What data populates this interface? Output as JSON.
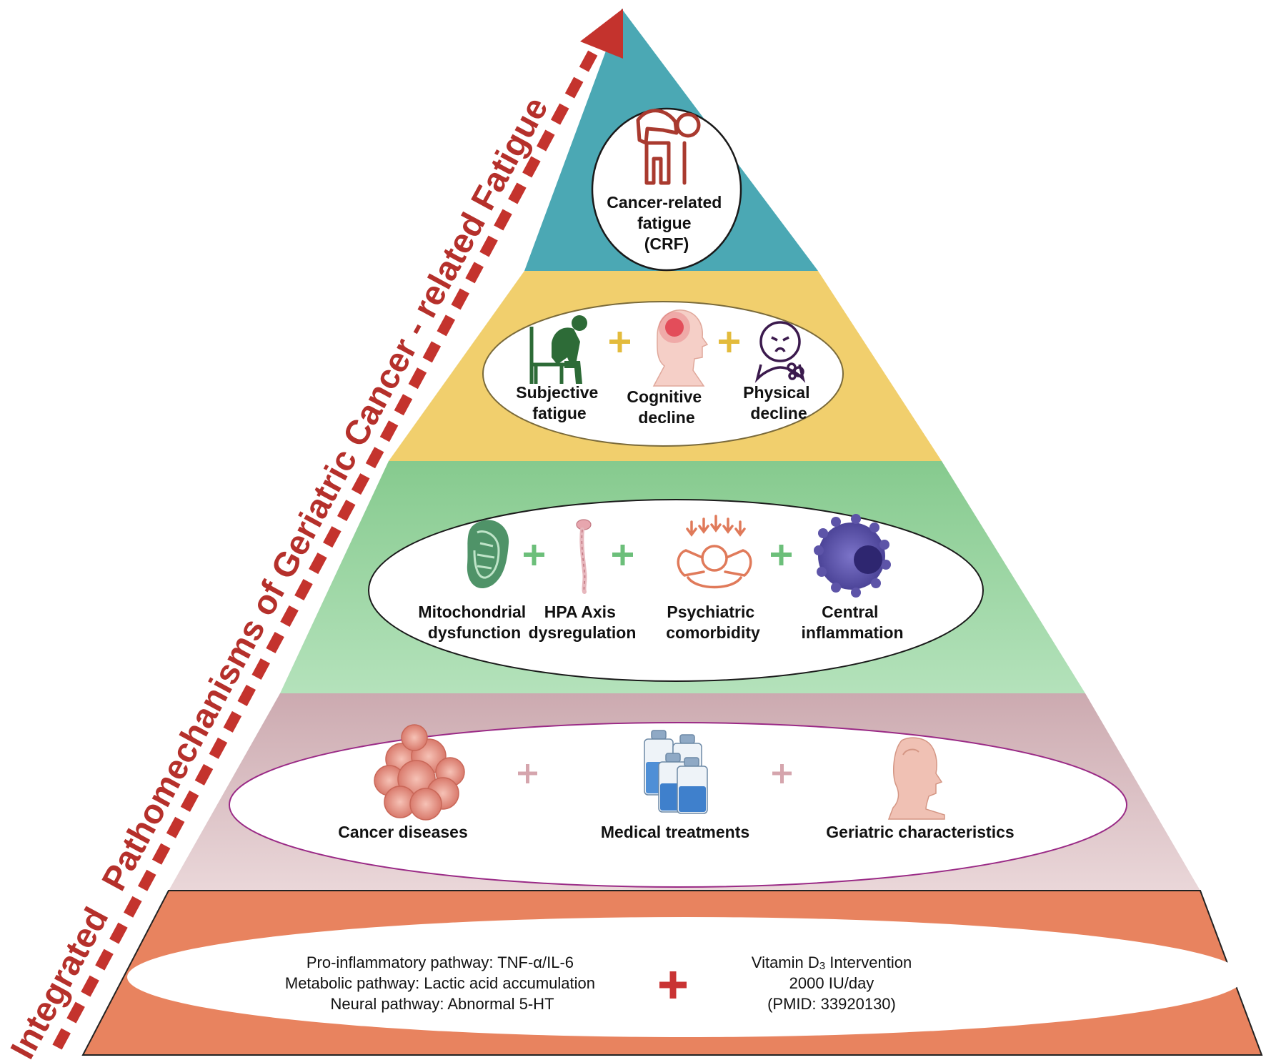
{
  "side_title": {
    "part1": "Integrated",
    "part2": "Pathomechanisms of Geriatric Cancer - related Fatigue"
  },
  "colors": {
    "top_tier": "#4ba8b4",
    "second_tier": "#f1cf6d",
    "third_tier": "#8ecf96",
    "fourth_tier": "#d7b6ba",
    "base_tier": "#e8835f",
    "arrow": "#c4332d",
    "plus_yellow": "#e3bb3c",
    "plus_green": "#6cbf7a",
    "plus_pink": "#d5a5ad",
    "plus_red": "#c93434"
  },
  "tier1": {
    "icon": "bent-elderly-person-icon",
    "label_lines": [
      "Cancer-related",
      "fatigue",
      "(CRF)"
    ]
  },
  "tier2": {
    "items": [
      {
        "icon": "person-head-in-hands-icon",
        "lines": [
          "Subjective",
          "fatigue"
        ]
      },
      {
        "icon": "head-with-headache-icon",
        "lines": [
          "Cognitive",
          "decline"
        ]
      },
      {
        "icon": "person-coughing-icon",
        "lines": [
          "Physical",
          "decline"
        ]
      }
    ]
  },
  "tier3": {
    "items": [
      {
        "icon": "mitochondrion-icon",
        "lines": [
          "Mitochondrial",
          "dysfunction"
        ]
      },
      {
        "icon": "spine-icon",
        "lines": [
          "HPA Axis",
          "dysregulation"
        ]
      },
      {
        "icon": "stressed-person-icon",
        "lines": [
          "Psychiatric",
          "comorbidity"
        ]
      },
      {
        "icon": "immune-cell-icon",
        "lines": [
          "Central",
          "inflammation"
        ]
      }
    ]
  },
  "tier4": {
    "items": [
      {
        "icon": "tumor-cell-cluster-icon",
        "label": "Cancer diseases"
      },
      {
        "icon": "medicine-vials-icon",
        "label": "Medical treatments"
      },
      {
        "icon": "elderly-head-icon",
        "label": "Geriatric characteristics"
      }
    ]
  },
  "base": {
    "pathways": [
      "Pro-inflammatory pathway: TNF-α/IL-6",
      "Metabolic pathway: Lactic acid accumulation",
      "Neural pathway: Abnormal 5-HT"
    ],
    "intervention_prefix": "Vitamin D",
    "intervention_subscript": "3",
    "intervention_suffix": " Intervention",
    "dose": "2000 IU/day",
    "reference": "(PMID: 33920130)"
  }
}
